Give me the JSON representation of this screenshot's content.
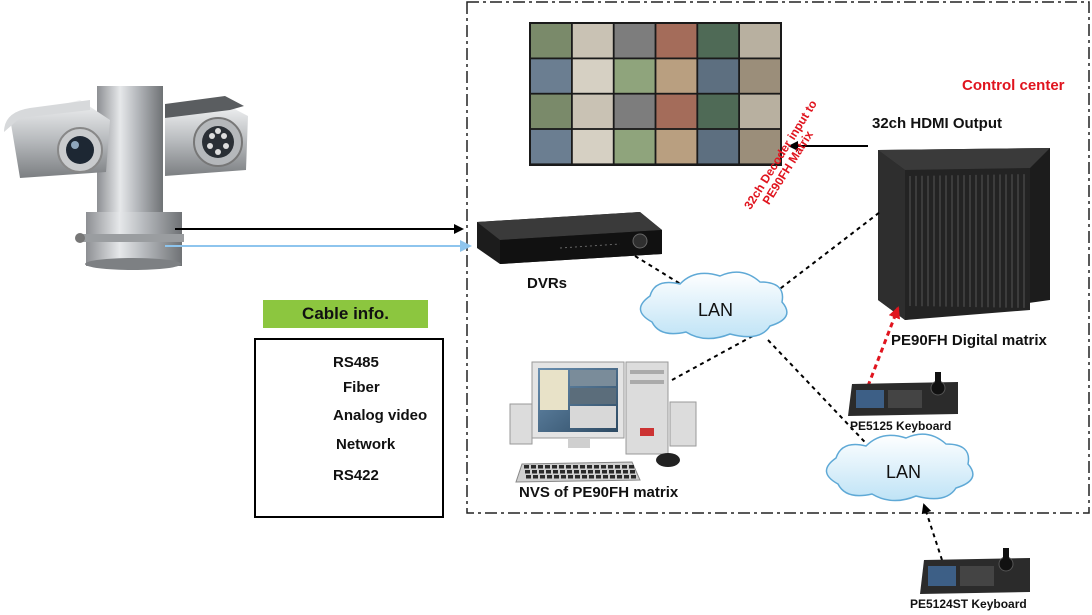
{
  "control_center": {
    "label": "Control center",
    "color": "#e0141e"
  },
  "nodes": {
    "hdmi_output": "32ch HDMI Output",
    "dvrs": "DVRs",
    "lan_top": "LAN",
    "lan_bottom": "LAN",
    "digital_matrix": "PE90FH Digital matrix",
    "keyboard_pe5125": "PE5125 Keyboard",
    "keyboard_pe5124st": "PE5124ST Keyboard",
    "nvs": "NVS of PE90FH matrix"
  },
  "decoder_note": {
    "line1": "32ch Decoder input to",
    "line2": "PE90FH Matrix",
    "color": "#e0141e"
  },
  "legend": {
    "title": "Cable info.",
    "title_bg": "#8cc63f",
    "items": [
      {
        "label": "RS485",
        "color": "#8ec5ee",
        "style": "arrow"
      },
      {
        "label": "Fiber",
        "color": "#e0141e",
        "style": "solid"
      },
      {
        "label": "Analog  video",
        "color": "#1c2a6b",
        "style": "arrow"
      },
      {
        "label": "Network",
        "color": "#000000",
        "style": "dotted"
      },
      {
        "label": "RS422",
        "color": "#e0141e",
        "style": "dotted"
      }
    ]
  }
}
